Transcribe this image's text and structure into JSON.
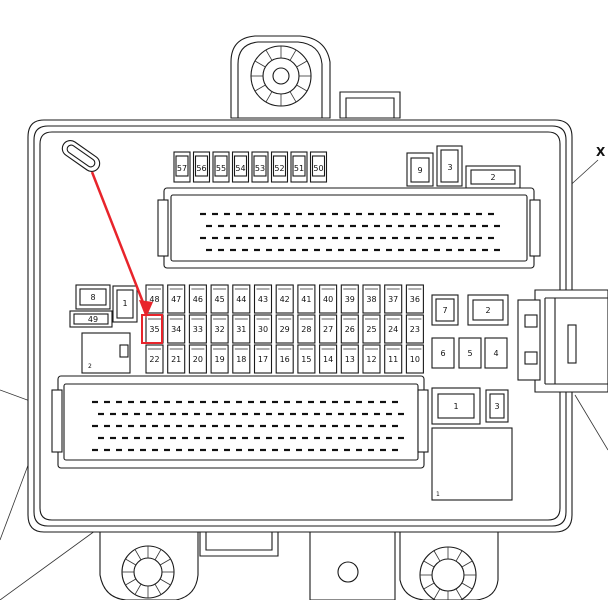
{
  "callout_label": "X",
  "accent_color": "#e8242b",
  "highlighted_fuse": "35",
  "top_fuses": [
    "57",
    "56",
    "55",
    "54",
    "53",
    "52",
    "51",
    "50"
  ],
  "upper_right_relays": [
    "9",
    "3",
    "2"
  ],
  "left_relays": [
    "8",
    "1",
    "49"
  ],
  "fuse_row_top": [
    "48",
    "47",
    "46",
    "45",
    "44",
    "43",
    "42",
    "41",
    "40",
    "39",
    "38",
    "37",
    "36"
  ],
  "fuse_row_mid": [
    "35",
    "34",
    "33",
    "32",
    "31",
    "30",
    "29",
    "28",
    "27",
    "26",
    "25",
    "24",
    "23"
  ],
  "fuse_row_bot": [
    "22",
    "21",
    "20",
    "19",
    "18",
    "17",
    "16",
    "15",
    "14",
    "13",
    "12",
    "11",
    "10"
  ],
  "right_relays_top": [
    "7",
    "2"
  ],
  "right_relays_mid": [
    "6",
    "5",
    "4"
  ],
  "right_relays_low": [
    "1",
    "3"
  ],
  "small_relay_left": "2",
  "big_relay_mark": "1"
}
